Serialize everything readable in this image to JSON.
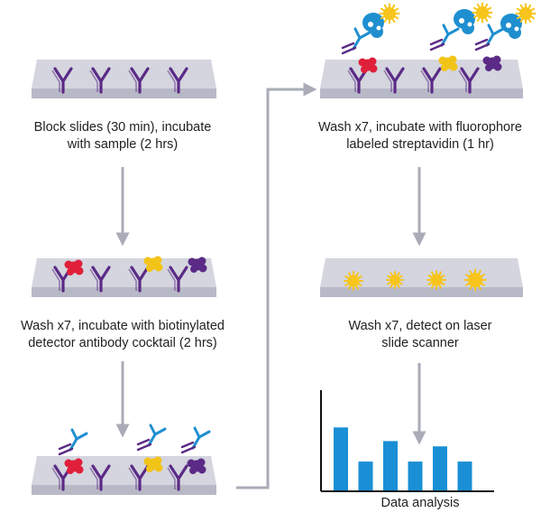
{
  "steps": {
    "step1": {
      "line1": "Block slides (30 min), incubate",
      "line2": "with sample (2 hrs)"
    },
    "step2": {
      "line1": "Wash x7, incubate with biotinylated",
      "line2": "detector antibody cocktail (2 hrs)"
    },
    "step3": {
      "line1": "Wash x7, incubate with fluorophore",
      "line2": "labeled streptavidin (1 hr)"
    },
    "step4": {
      "line1": "Wash x7, detect on laser",
      "line2": "slide scanner"
    },
    "step5": {
      "line1": "Data analysis"
    }
  },
  "chart_data": {
    "type": "bar",
    "categories": [
      "",
      "",
      "",
      "",
      "",
      ""
    ],
    "values": [
      83,
      38,
      65,
      38,
      58,
      38
    ],
    "title": "Data analysis",
    "xlabel": "",
    "ylabel": "",
    "ylim": [
      0,
      100
    ]
  },
  "colors": {
    "slide_top": "#d4d5de",
    "slide_side": "#b8b9c6",
    "antibody": "#5b2a86",
    "detector": "#1f8fd0",
    "analyte_red": "#e0203a",
    "analyte_yellow": "#f2c418",
    "analyte_purple": "#5b2a86",
    "fluor": "#f7c51b",
    "arrow": "#a9abb7",
    "bar": "#1a8fd6",
    "axis": "#111111"
  }
}
